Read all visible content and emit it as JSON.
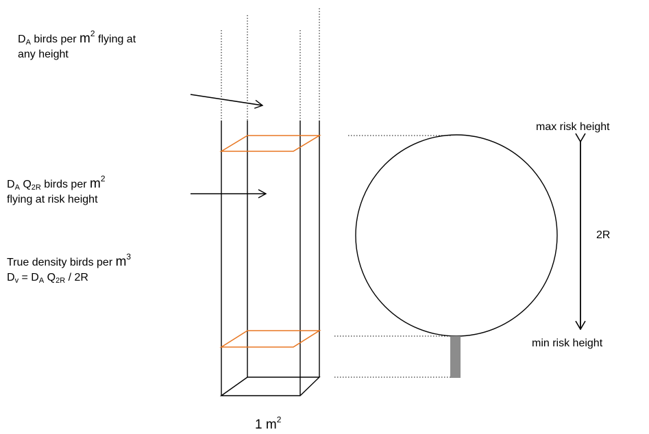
{
  "labels": {
    "any_height": {
      "line1_prefix": "D",
      "line1_sub": "A",
      "line1_mid": " birds per ",
      "line1_unit": "m",
      "line1_sup": "2",
      "line1_suffix": " flying at",
      "line2": "any height"
    },
    "risk_height": {
      "line1_prefix": "D",
      "line1_sub_a": "A",
      "line1_q": " Q",
      "line1_sub_2r": "2R",
      "line1_mid": " birds per ",
      "line1_unit": "m",
      "line1_sup": "2",
      "line2": "flying at risk height"
    },
    "true_density": {
      "line1_text": "True density birds per ",
      "line1_unit": "m",
      "line1_sup": "3",
      "line2_dv": "D",
      "line2_dv_sub": "v",
      "line2_eq": " = D",
      "line2_sub_a": "A",
      "line2_q": " Q",
      "line2_sub_2r": "2R",
      "line2_tail": " / 2R"
    },
    "max_risk": "max risk height",
    "min_risk": "min risk height",
    "diameter": "2R",
    "area": {
      "text": "1 m",
      "sup": "2"
    }
  },
  "colors": {
    "line": "#000000",
    "risk_plane": "#e87722",
    "turbine_tower": "#8c8c8c"
  }
}
